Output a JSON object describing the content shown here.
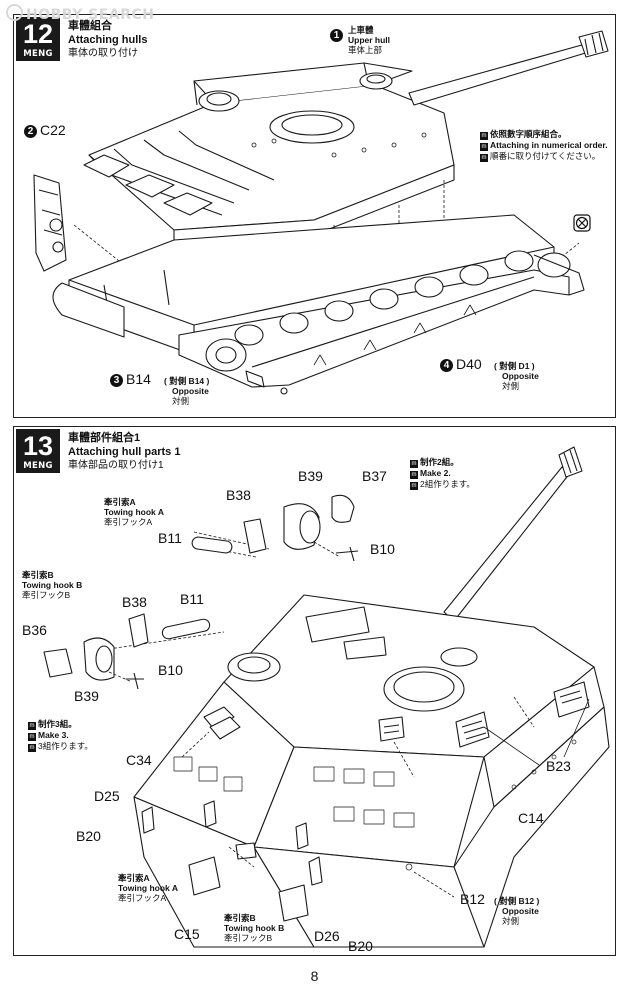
{
  "watermark": "HOBBY SEARCH",
  "brand": "MENG",
  "page_number": "8",
  "step12": {
    "number": "12",
    "title_zh": "車體組合",
    "title_en": "Attaching hulls",
    "title_ja": "車体の取り付け",
    "callouts": [
      {
        "num": "1",
        "zh": "上車體",
        "en": "Upper hull",
        "ja": "車体上部"
      },
      {
        "num": "2",
        "part": "C22"
      },
      {
        "num": "3",
        "part": "B14",
        "note": "( 對側 B14 )",
        "en": "Opposite",
        "ja": "対側"
      },
      {
        "num": "4",
        "part": "D40",
        "note": "( 對側 D1 )",
        "en": "Opposite",
        "ja": "対側"
      }
    ],
    "note": {
      "icon": "m",
      "zh": "依照數字順序組合。",
      "en": "Attaching in numerical order.",
      "ja": "順番に取り付けてください。"
    }
  },
  "step13": {
    "number": "13",
    "title_zh": "車體部件組合1",
    "title_en": "Attaching hull parts 1",
    "title_ja": "車体部品の取り付け1",
    "make2": {
      "icon": "m",
      "zh": "制作2組。",
      "en": "Make 2.",
      "ja": "2組作ります。"
    },
    "make3": {
      "icon": "m",
      "zh": "制作3組。",
      "en": "Make 3.",
      "ja": "3組作ります。"
    },
    "towing_a": {
      "zh": "牽引索A",
      "en": "Towing hook A",
      "ja": "牽引フックA"
    },
    "towing_b": {
      "zh": "牽引索B",
      "en": "Towing hook B",
      "ja": "牽引フックB"
    },
    "parts": {
      "b38": "B38",
      "b39": "B39",
      "b37": "B37",
      "b11": "B11",
      "b10": "B10",
      "b36": "B36",
      "c34": "C34",
      "d25": "D25",
      "b20": "B20",
      "c15": "C15",
      "d26": "D26",
      "b23": "B23",
      "c14": "C14",
      "b12": "B12"
    },
    "b12_note": "( 對側 B12 )",
    "b12_en": "Opposite",
    "b12_ja": "対側"
  }
}
